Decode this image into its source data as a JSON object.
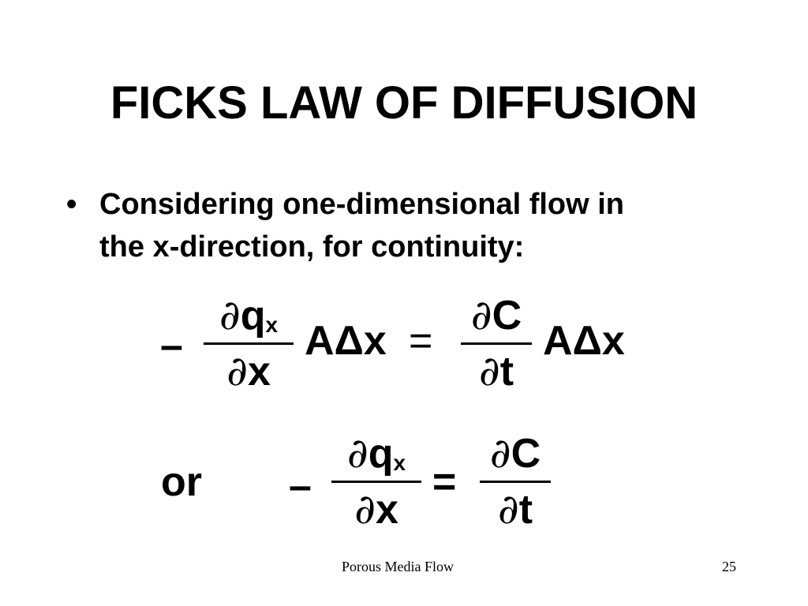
{
  "slide": {
    "title": "FICKS LAW OF DIFFUSION",
    "bullet_symbol": "•",
    "bullet_line1": "Considering one-dimensional flow in",
    "bullet_line2": "the x-direction, for continuity:"
  },
  "equation1": {
    "minus": "–",
    "lhs_num_partial": "∂",
    "lhs_num_var": "q",
    "lhs_num_sub": "x",
    "lhs_den_partial": "∂",
    "lhs_den_var": "x",
    "lhs_factor": "AΔx",
    "equals": "=",
    "rhs_num_partial": "∂",
    "rhs_num_var": "C",
    "rhs_den_partial": "∂",
    "rhs_den_var": "t",
    "rhs_factor": "AΔx"
  },
  "equation2": {
    "or_label": "or",
    "minus": "–",
    "lhs_num_partial": "∂",
    "lhs_num_var": "q",
    "lhs_num_sub": "x",
    "lhs_den_partial": "∂",
    "lhs_den_var": "x",
    "equals": "=",
    "rhs_num_partial": "∂",
    "rhs_num_var": "C",
    "rhs_den_partial": "∂",
    "rhs_den_var": "t"
  },
  "footer": {
    "center_text": "Porous Media Flow",
    "page_number": "25"
  }
}
